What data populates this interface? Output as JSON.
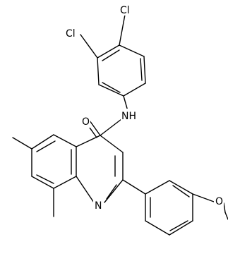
{
  "molecule": {
    "atoms": {
      "cl_top": "Cl",
      "cl_left": "Cl",
      "amide_n": "NH",
      "carbonyl_o": "O",
      "quinoline_n": "N",
      "methoxy_o": "O"
    }
  }
}
